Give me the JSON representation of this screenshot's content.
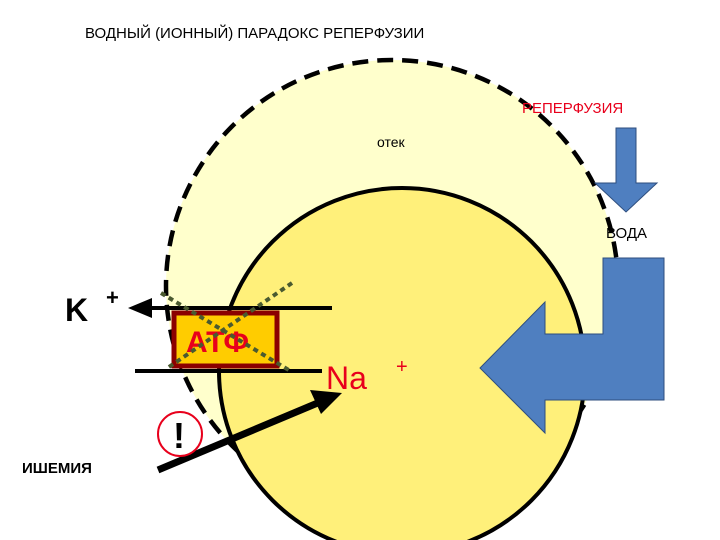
{
  "title": "ВОДНЫЙ (ИОННЫЙ) ПАРАДОКС РЕПЕРФУЗИИ",
  "labels": {
    "reperfusion": "РЕПЕРФУЗИЯ",
    "edema": "отек",
    "water": "ВОДА",
    "potassium": "K",
    "potassium_charge": "+",
    "atp": "АТФ",
    "sodium": "Na",
    "sodium_charge": "+",
    "exclamation": "!",
    "ischemia": "ИШЕМИЯ"
  },
  "colors": {
    "swollen_cell_fill": "#FFFFCC",
    "cell_fill": "#FFF07A",
    "water_arrow": "#4F7FC0",
    "reperfusion_text": "#E8001C",
    "atp_box_fill": "#FFCC00",
    "atp_box_border": "#8B0000",
    "atp_text": "#E8001C",
    "cross_lines": "#4A5A30",
    "alert_circle": "#E8001C"
  }
}
